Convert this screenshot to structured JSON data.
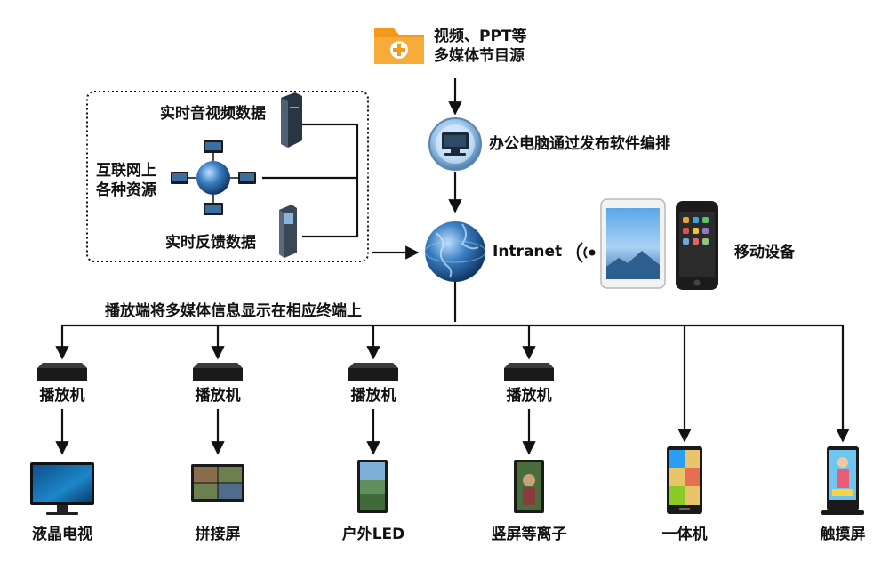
{
  "source": {
    "line1": "视频、PPT等",
    "line2": "多媒体节目源"
  },
  "edit_step": "办公电脑通过发布软件编排",
  "inputs": {
    "realtime_av": "实时音视频数据",
    "internet_line1": "互联网上",
    "internet_line2": "各种资源",
    "feedback": "实时反馈数据"
  },
  "network": "Intranet",
  "mobile": "移动设备",
  "bus_caption": "播放端将多媒体信息显示在相应终端上",
  "players": [
    "播放机",
    "播放机",
    "播放机",
    "播放机"
  ],
  "terminals": [
    "液晶电视",
    "拼接屏",
    "户外LED",
    "竖屏等离子",
    "一体机",
    "触摸屏"
  ],
  "colors": {
    "folder": "#F39A1E",
    "globe": "#2C6AA8",
    "line": "#111111"
  }
}
